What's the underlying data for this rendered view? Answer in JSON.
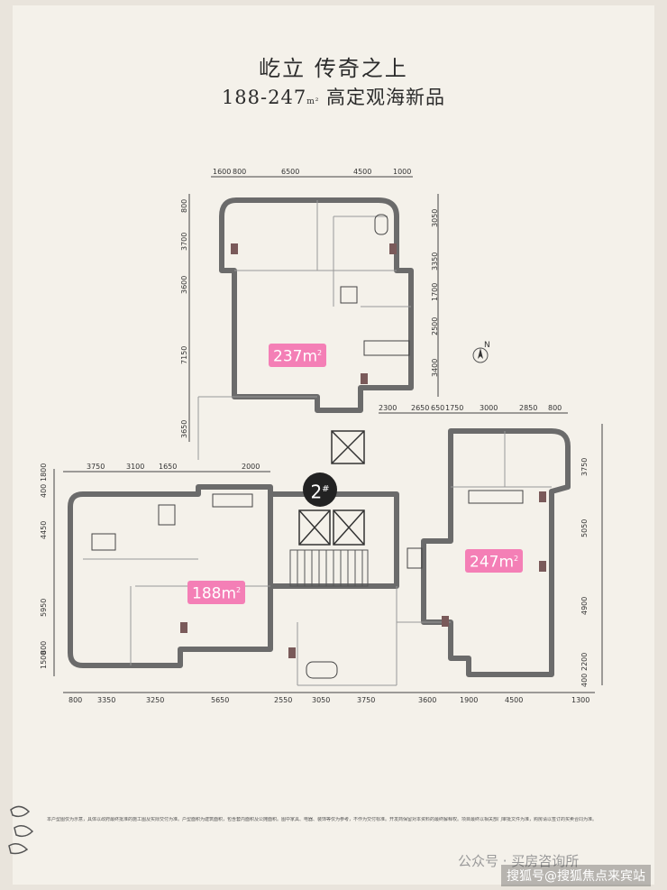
{
  "header": {
    "title": "屹立 传奇之上",
    "subtitle_prefix": "188-247",
    "subtitle_unit": "m²",
    "subtitle_suffix": "高定观海新品"
  },
  "plan": {
    "building_number": "2",
    "building_mark": "#",
    "units": [
      {
        "area": "237m",
        "unit_sup": "2"
      },
      {
        "area": "188m",
        "unit_sup": "2"
      },
      {
        "area": "247m",
        "unit_sup": "2"
      }
    ],
    "compass_label": "N"
  },
  "dimensions": {
    "top_upper": [
      "1600",
      "800",
      "6500",
      "4500",
      "1000"
    ],
    "mid_left": [
      "3750",
      "3100",
      "1650",
      "2000"
    ],
    "mid_right": [
      "2300",
      "2650",
      "650",
      "1750",
      "3000",
      "2850",
      "800"
    ],
    "bottom": [
      "800",
      "3350",
      "3250",
      "5650",
      "2550",
      "3050",
      "3750",
      "3600",
      "1900",
      "4500",
      "1300"
    ],
    "left_upper": [
      "800",
      "3700",
      "3600",
      "7150",
      "3650"
    ],
    "left_lower": [
      "1800",
      "400",
      "4450",
      "5950",
      "1500",
      "800"
    ],
    "right_upper": [
      "3050",
      "3350",
      "1700",
      "2500",
      "3400"
    ],
    "right_lower": [
      "3750",
      "5050",
      "4900",
      "2200",
      "400"
    ]
  },
  "footer": {
    "fineprint": "本户型图仅为示意，具体以政府最终批准的施工图及实际交付为准。户型面积为建筑面积，包含套内面积及公摊面积。图中家具、电器、装饰等仅为参考，不作为交付标准。开发商保留对本资料的最终解释权。项目最终以相关部门审批文件为准，购房请以签订的买卖合同为准。",
    "watermark_account": "公众号 · 买房咨询所",
    "watermark_source": "搜狐号@搜狐焦点来宾站"
  }
}
